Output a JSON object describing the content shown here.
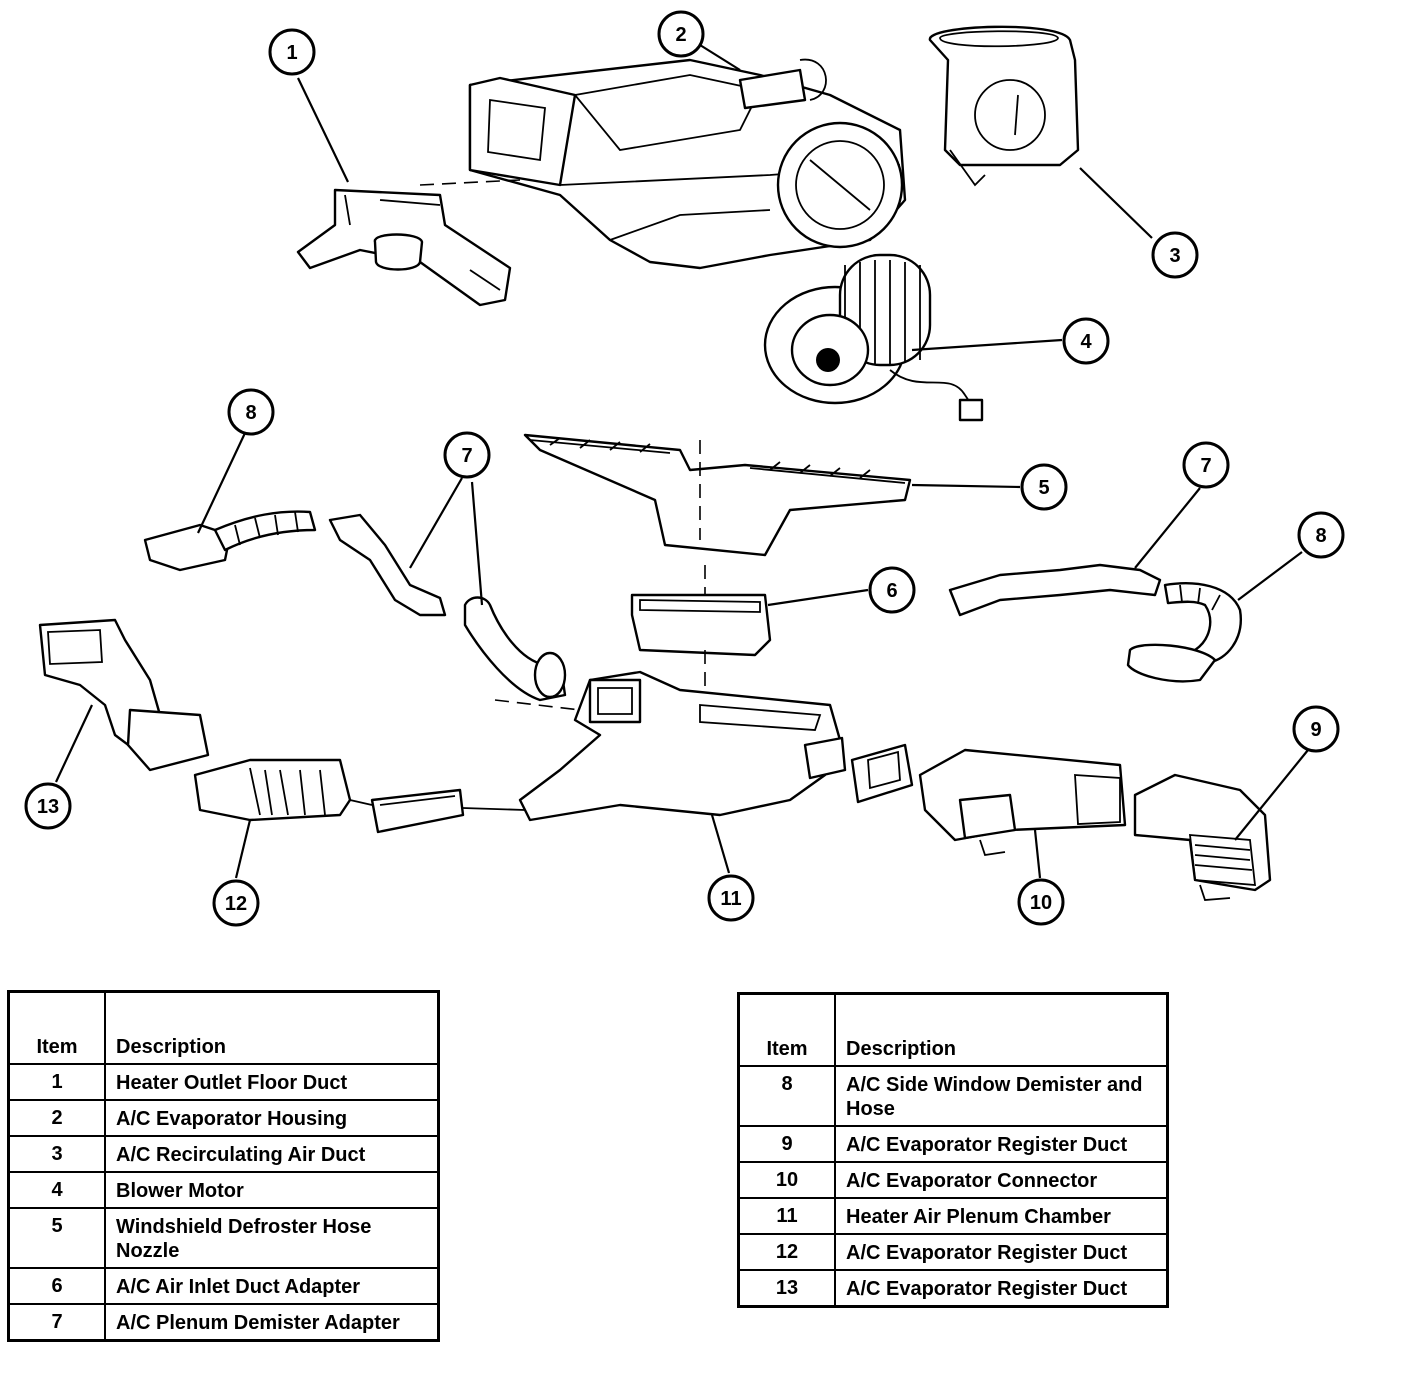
{
  "callouts": [
    {
      "label": "1"
    },
    {
      "label": "2"
    },
    {
      "label": "3"
    },
    {
      "label": "4"
    },
    {
      "label": "5"
    },
    {
      "label": "6"
    },
    {
      "label": "7"
    },
    {
      "label": "7"
    },
    {
      "label": "8"
    },
    {
      "label": "8"
    },
    {
      "label": "9"
    },
    {
      "label": "10"
    },
    {
      "label": "11"
    },
    {
      "label": "12"
    },
    {
      "label": "13"
    }
  ],
  "legend_left": {
    "item_header": "Item",
    "description_header": "Description",
    "rows": [
      {
        "item": "1",
        "description": "Heater Outlet Floor Duct"
      },
      {
        "item": "2",
        "description": "A/C Evaporator Housing"
      },
      {
        "item": "3",
        "description": "A/C Recirculating Air Duct"
      },
      {
        "item": "4",
        "description": "Blower Motor"
      },
      {
        "item": "5",
        "description": "Windshield Defroster Hose Nozzle"
      },
      {
        "item": "6",
        "description": "A/C Air Inlet Duct Adapter"
      },
      {
        "item": "7",
        "description": "A/C Plenum Demister Adapter"
      }
    ]
  },
  "legend_right": {
    "item_header": "Item",
    "description_header": "Description",
    "rows": [
      {
        "item": "8",
        "description": "A/C Side Window Demister and Hose"
      },
      {
        "item": "9",
        "description": "A/C Evaporator Register Duct"
      },
      {
        "item": "10",
        "description": "A/C Evaporator Connector"
      },
      {
        "item": "11",
        "description": "Heater Air Plenum Chamber"
      },
      {
        "item": "12",
        "description": "A/C Evaporator Register Duct"
      },
      {
        "item": "13",
        "description": "A/C Evaporator Register Duct"
      }
    ]
  }
}
